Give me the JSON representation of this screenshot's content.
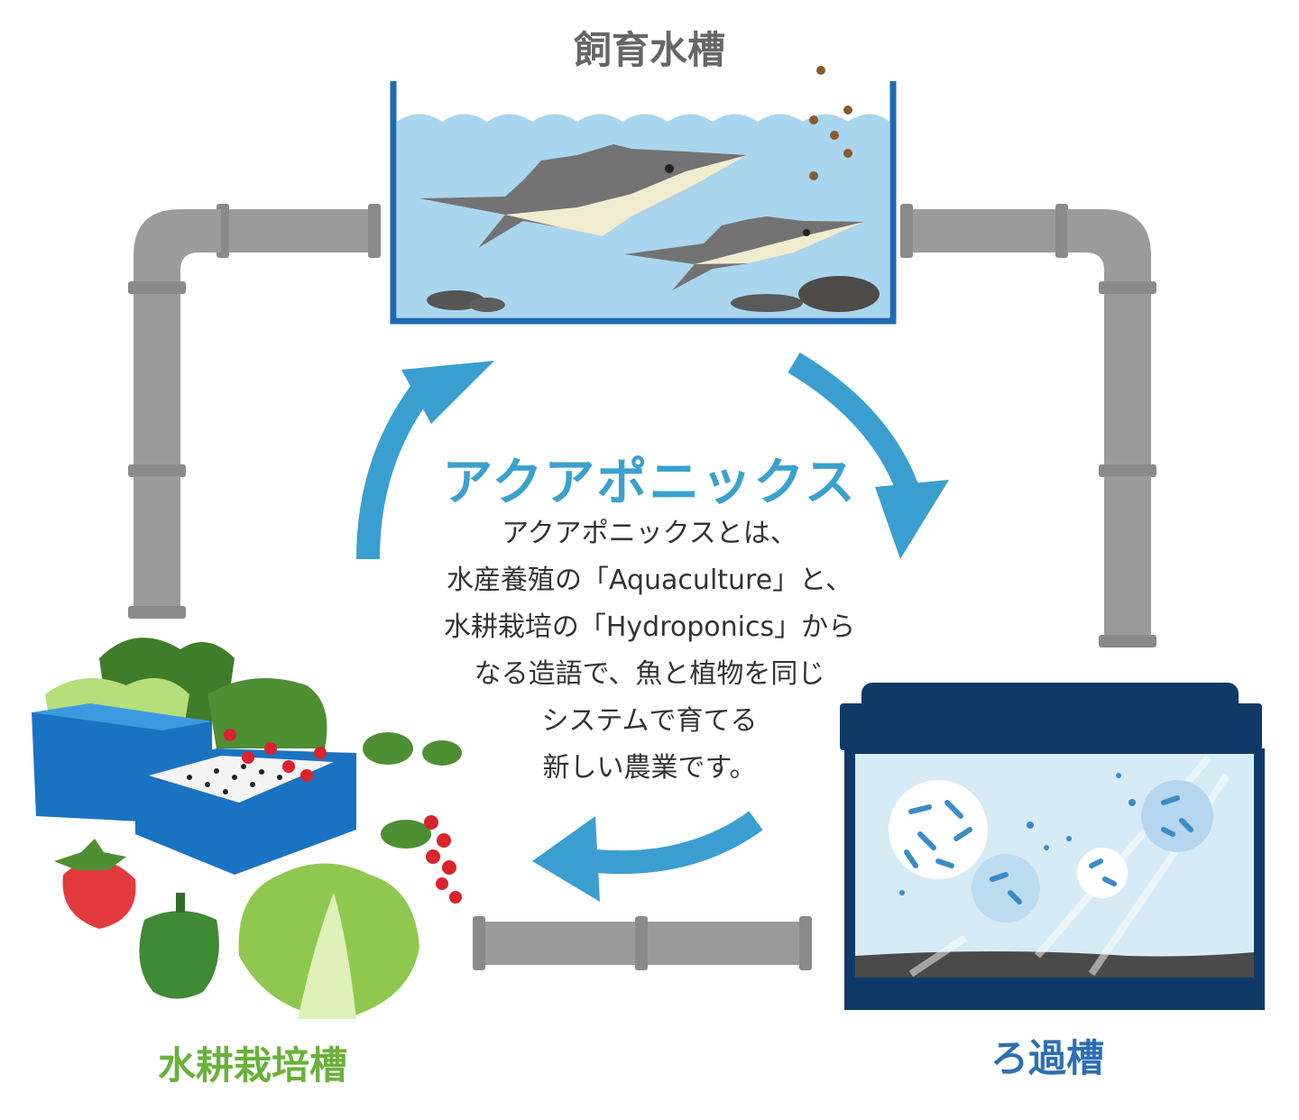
{
  "labels": {
    "tank": "飼育水槽",
    "filter": "ろ過槽",
    "hydroponics": "水耕栽培槽"
  },
  "center": {
    "title": "アクアポニックス",
    "lines": [
      "アクアポニックスとは、",
      "水産養殖の「Aquaculture」と、",
      "水耕栽培の「Hydroponics」から",
      "なる造語で、魚と植物を同じ",
      "システムで育てる",
      "新しい農業です。"
    ]
  },
  "colors": {
    "tank_label": "#666666",
    "filter_label": "#2d6fb4",
    "hydroponics_label": "#6bb03a",
    "title": "#3aa1cf",
    "arrow": "#3a9fd0",
    "pipe": "#9b9b9b",
    "water": "#a9d6ee",
    "tank_frame": "#1f69b5",
    "filter_frame": "#0f3a68"
  }
}
